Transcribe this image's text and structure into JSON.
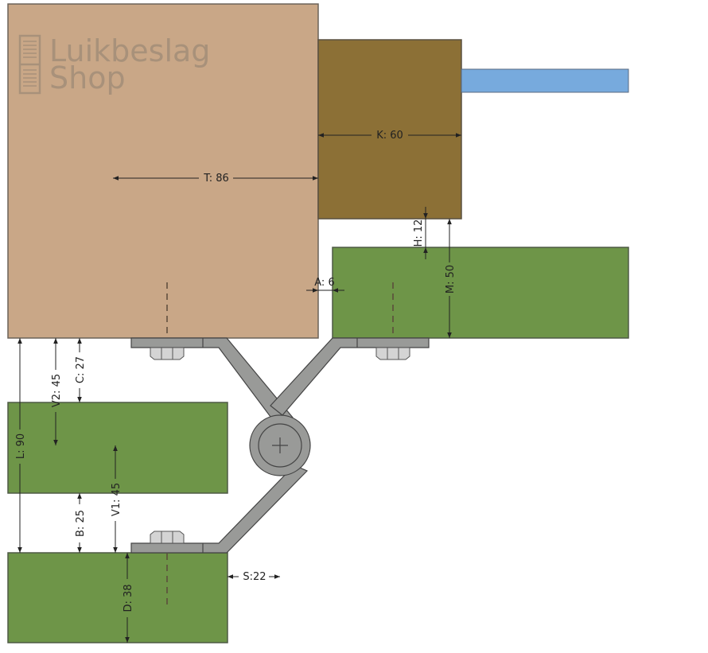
{
  "logo": {
    "line1": "Luikbeslag",
    "line2": "Shop"
  },
  "colors": {
    "frame": "#c9a787",
    "sash": "#8c7036",
    "glass": "#77aadd",
    "panel": "#6e9548",
    "hinge": "#999a98",
    "nut": "#d4d4d4",
    "outline": "#5a5a5a"
  },
  "dimensions": {
    "K": "K: 60",
    "T": "T: 86",
    "H": "H: 12",
    "M": "M: 50",
    "A": "A: 6",
    "L": "L: 90",
    "V2": "V2: 45",
    "C": "C: 27",
    "V1": "V1: 45",
    "B": "B: 25",
    "D": "D: 38",
    "S": "S:22"
  }
}
